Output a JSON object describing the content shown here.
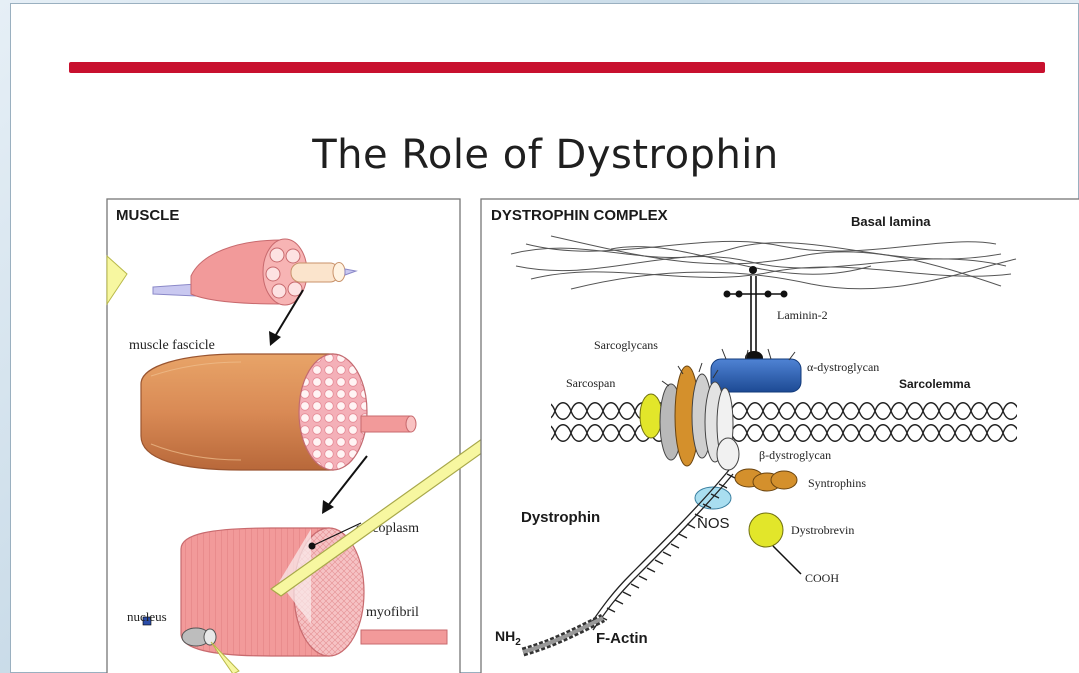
{
  "slide": {
    "title": "The Role of Dystrophin",
    "accent_color": "#c8102e"
  },
  "muscle_panel": {
    "heading": "MUSCLE",
    "labels": {
      "fascicle": "muscle fascicle",
      "sarcoplasm": "sarcoplasm",
      "myofibril": "myofibril",
      "nucleus": "nucleus"
    }
  },
  "complex_panel": {
    "heading": "DYSTROPHIN COMPLEX",
    "labels": {
      "basal_lamina": "Basal lamina",
      "laminin": "Laminin-2",
      "sarcoglycans": "Sarcoglycans",
      "alpha_dystroglycan": "α-dystroglycan",
      "sarcospan": "Sarcospan",
      "sarcolemma": "Sarcolemma",
      "beta_dystroglycan": "β-dystroglycan",
      "syntrophins": "Syntrophins",
      "dystrophin": "Dystrophin",
      "nos": "NOS",
      "dystrobrevin": "Dystrobrevin",
      "cooh": "COOH",
      "nh2": "NH",
      "nh2_sub": "2",
      "f_actin": "F-Actin"
    }
  },
  "colors": {
    "muscle_pink": "#f29a9a",
    "fascicle_orange": "#d98a55",
    "arrow_yellow": "#f7f7a0",
    "dystroglycan_blue": "#2c5fb0",
    "sarcospan_yellow": "#e2e62a",
    "syntrophin_orange": "#d4902c",
    "nos_cyan": "#a9def0"
  }
}
